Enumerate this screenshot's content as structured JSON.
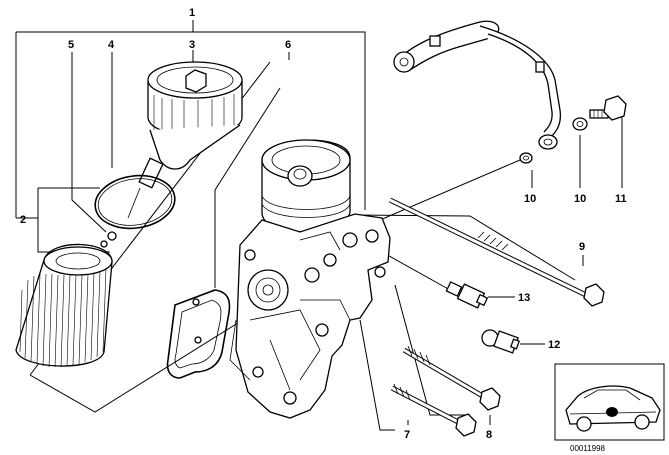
{
  "callouts": {
    "c1": "1",
    "c2": "2",
    "c3": "3",
    "c4": "4",
    "c5": "5",
    "c6": "6",
    "c7": "7",
    "c8": "8",
    "c9": "9",
    "c10a": "10",
    "c10b": "10",
    "c11": "11",
    "c12": "12",
    "c13": "13"
  },
  "inset": {
    "code": "00011998"
  },
  "icons": [
    "filter-cap-icon",
    "filter-element-icon",
    "o-ring-icon",
    "housing-icon",
    "gasket-icon",
    "oil-line-icon",
    "bolt-icon",
    "sensor-icon",
    "car-silhouette-icon"
  ]
}
